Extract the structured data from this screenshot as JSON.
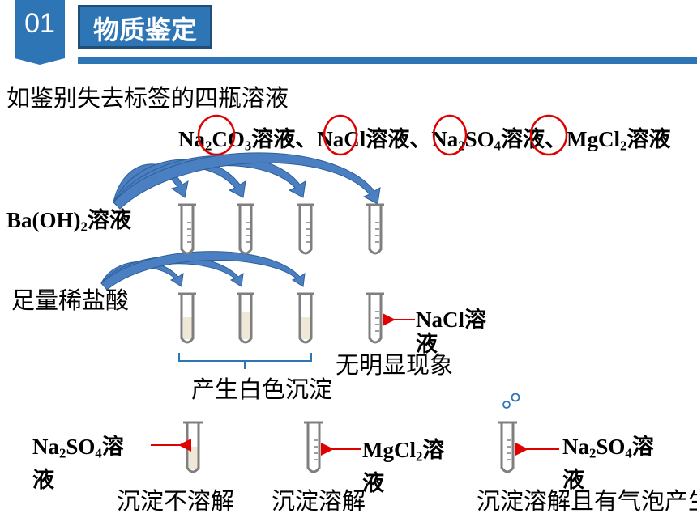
{
  "header": {
    "number": "01",
    "title": "物质鉴定"
  },
  "intro": "如鉴别失去标签的四瓶溶液",
  "solutions": {
    "s1": {
      "a": "Na",
      "sub1": "2",
      "b": "CO",
      "sub2": "3",
      "c": "溶液、"
    },
    "s2": {
      "a": "NaCl溶液、"
    },
    "s3": {
      "a": "Na",
      "sub1": "2",
      "b": "SO",
      "sub2": "4",
      "c": "溶液、"
    },
    "s4": {
      "a": "MgCl",
      "sub1": "2",
      "c": "溶液"
    }
  },
  "reagent1": {
    "a": "Ba(OH)",
    "sub": "2",
    "b": "溶液"
  },
  "reagent2": "足量稀盐酸",
  "nacl_label": {
    "line1": "NaCl溶",
    "line2": "液"
  },
  "no_change": "无明显现象",
  "white_ppt": "产生白色沉淀",
  "result1": {
    "a": "Na",
    "sub1": "2",
    "b": "SO",
    "sub2": "4",
    "c": "溶",
    "line2": "液",
    "desc": "沉淀不溶解"
  },
  "result2": {
    "a": "MgCl",
    "sub1": "2",
    "c": "溶",
    "line2": "液",
    "desc": "沉淀溶解"
  },
  "result3": {
    "a": "Na",
    "sub1": "2",
    "b": "SO",
    "sub2": "4",
    "c": "溶",
    "line2": "液",
    "desc": "沉淀溶解且有气泡产生"
  },
  "colors": {
    "accent": "#2e75b6",
    "dark_accent": "#1f4e79",
    "arrow_red": "#e00000",
    "circle_red": "#e00000",
    "tube": "#7f7f7f",
    "sediment": "#efe8d6"
  }
}
